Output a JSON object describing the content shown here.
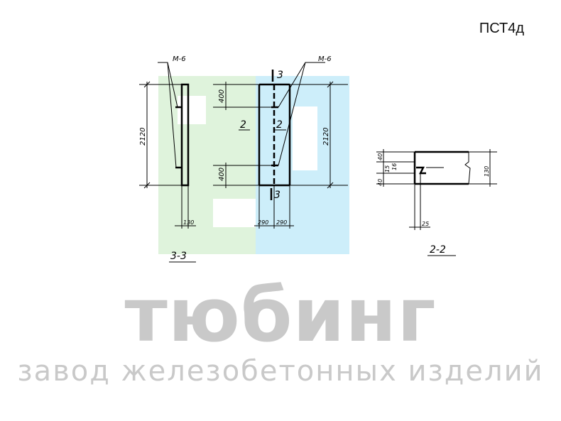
{
  "product_code": "ПСТ4д",
  "colors": {
    "watermark_green": "#dff3dc",
    "watermark_blue": "#cdeefa",
    "watermark_text": "#c9c9c9",
    "line": "#000000"
  },
  "watermark": {
    "brand": "тюбинг",
    "tagline": "завод железобетонных изделий"
  },
  "drawing": {
    "sections": {
      "section_3_3": "3-3",
      "section_2_2": "2-2"
    },
    "section_marks": {
      "top": "3",
      "bottom": "3",
      "left_view": "2",
      "right_view": "2"
    },
    "embedded_part": "М-6",
    "dimensions": {
      "height_left": "2120",
      "height_right": "2120",
      "spacing_top": "400",
      "spacing_bottom": "400",
      "thickness_3_3": "130",
      "width_left": "290",
      "width_right": "290",
      "section_top": "40",
      "section_mid": "15",
      "section_mid2": "16",
      "section_bottom": "40",
      "section_height": "130",
      "section_stem": "25"
    }
  }
}
